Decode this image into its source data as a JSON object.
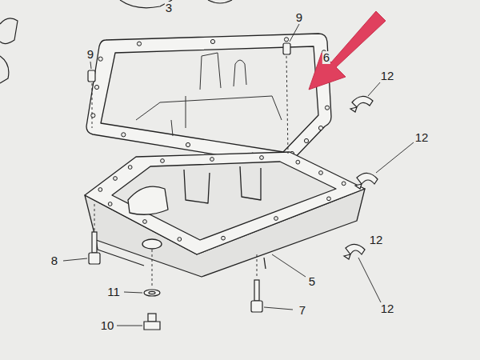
{
  "diagram": {
    "labels": [
      "3",
      "9",
      "9",
      "6",
      "12",
      "12",
      "12",
      "8",
      "5",
      "11",
      "12",
      "7",
      "10"
    ]
  }
}
